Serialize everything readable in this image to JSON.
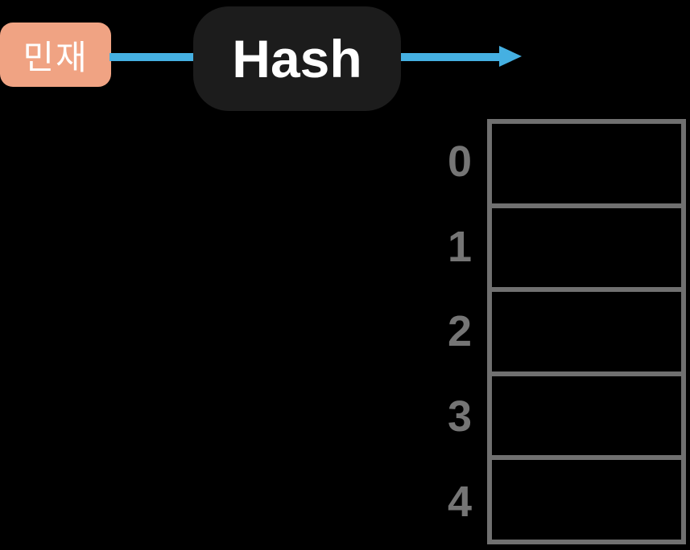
{
  "colors": {
    "background": "#000000",
    "key_node_fill": "#F0A383",
    "key_node_text": "#FFFFFF",
    "hash_node_fill": "#1C1C1C",
    "hash_node_text": "#FFFFFF",
    "arrow": "#45B0E2",
    "bucket_border": "#707070",
    "index_label": "#757575"
  },
  "key_node": {
    "label": "민재"
  },
  "hash_node": {
    "label": "Hash"
  },
  "bucket_table": {
    "rows": [
      {
        "index": "0",
        "value": ""
      },
      {
        "index": "1",
        "value": ""
      },
      {
        "index": "2",
        "value": ""
      },
      {
        "index": "3",
        "value": ""
      },
      {
        "index": "4",
        "value": ""
      }
    ]
  }
}
